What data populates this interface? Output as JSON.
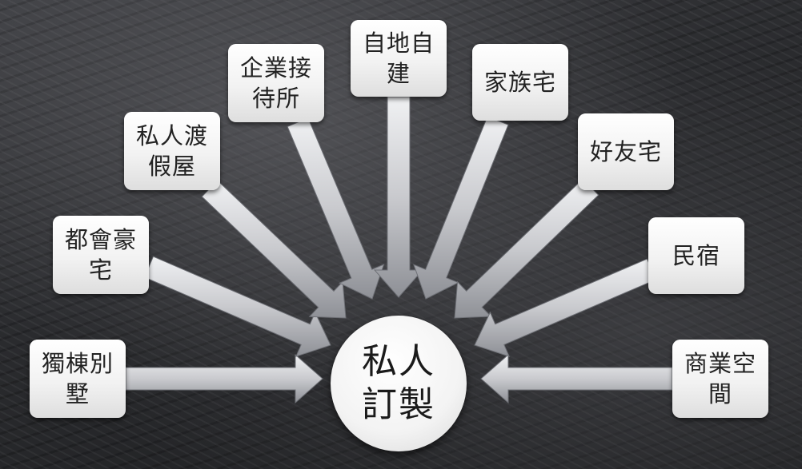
{
  "center": {
    "label": "私人訂製"
  },
  "nodes": [
    {
      "id": "dudongbieshu",
      "label": "獨棟別墅"
    },
    {
      "id": "duhuihaozhai",
      "label": "都會豪宅"
    },
    {
      "id": "sirendujiawu",
      "label": "私人渡假屋"
    },
    {
      "id": "qiyejiedaisuo",
      "label": "企業接待所"
    },
    {
      "id": "zidizijian",
      "label": "自地自建"
    },
    {
      "id": "jiazuzhai",
      "label": "家族宅"
    },
    {
      "id": "haoyouzhai",
      "label": "好友宅"
    },
    {
      "id": "minsu",
      "label": "民宿"
    },
    {
      "id": "shangyekongjian",
      "label": "商業空間"
    }
  ],
  "colors": {
    "arrow_fill_light": "#e6e7ea",
    "arrow_fill_dark": "#8d8f95",
    "box_text": "#222222"
  }
}
